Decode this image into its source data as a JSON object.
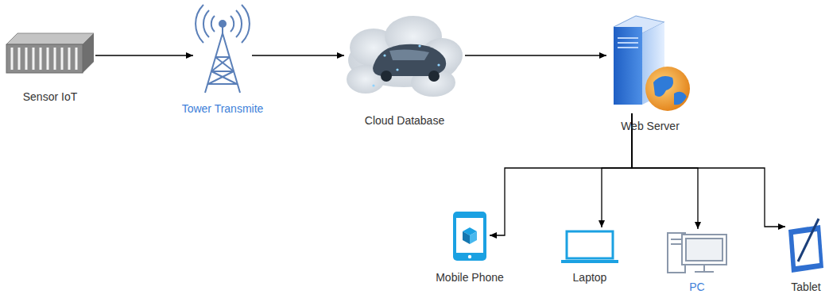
{
  "diagram": {
    "nodes": [
      {
        "text": [
          "Sensor IoT"
        ]
      },
      {
        "text": [
          "Tower Transmite"
        ]
      },
      {
        "text": [
          "Cloud Database"
        ]
      },
      {
        "text": [
          "Web Server"
        ]
      },
      {
        "text": [
          "Mobile Phone"
        ]
      },
      {
        "text": [
          "Laptop"
        ]
      },
      {
        "text": [
          "PC"
        ]
      },
      {
        "text": [
          "Tablet"
        ]
      }
    ],
    "edges": [
      {
        "from": 0,
        "to": 1,
        "arrow": "to"
      },
      {
        "from": 1,
        "to": 2,
        "arrow": "to"
      },
      {
        "from": 2,
        "to": 3,
        "arrow": "to"
      },
      {
        "from": 3,
        "to": 4,
        "arrow": "to"
      },
      {
        "from": 3,
        "to": 5,
        "arrow": "to"
      },
      {
        "from": 3,
        "to": 6,
        "arrow": "to"
      },
      {
        "from": 3,
        "to": 7,
        "arrow": "to"
      }
    ]
  }
}
